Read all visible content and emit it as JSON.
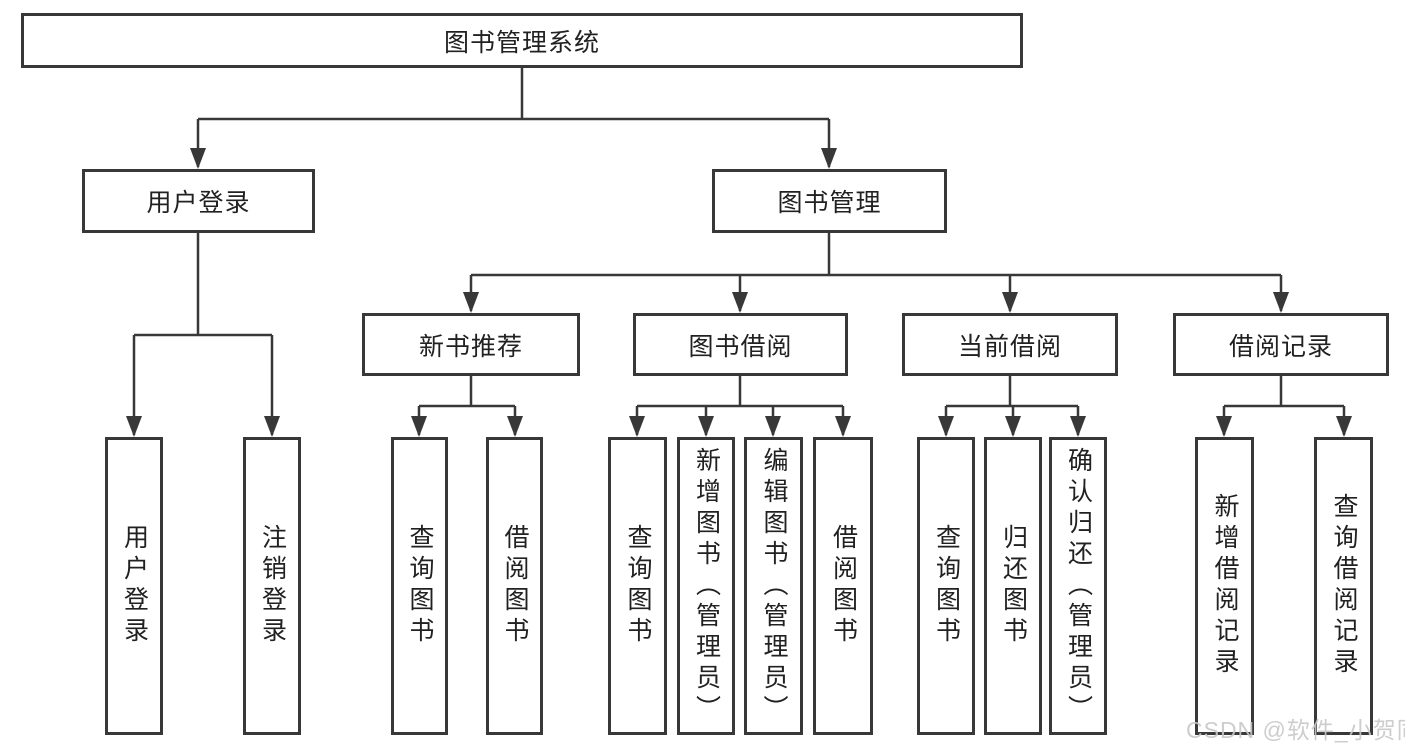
{
  "diagram": {
    "root": {
      "label": "图书管理系统"
    },
    "branches": [
      {
        "label": "用户登录",
        "children": [
          {
            "label": "用户登录"
          },
          {
            "label": "注销登录"
          }
        ]
      },
      {
        "label": "图书管理",
        "children": [
          {
            "label": "新书推荐",
            "children": [
              {
                "label": "查询图书"
              },
              {
                "label": "借阅图书"
              }
            ]
          },
          {
            "label": "图书借阅",
            "children": [
              {
                "label": "查询图书"
              },
              {
                "label": "新增图书（管理员）"
              },
              {
                "label": "编辑图书（管理员）"
              },
              {
                "label": "借阅图书"
              }
            ]
          },
          {
            "label": "当前借阅",
            "children": [
              {
                "label": "查询图书"
              },
              {
                "label": "归还图书"
              },
              {
                "label": "确认归还（管理员）"
              }
            ]
          },
          {
            "label": "借阅记录",
            "children": [
              {
                "label": "新增借阅记录"
              },
              {
                "label": "查询借阅记录"
              }
            ]
          }
        ]
      }
    ]
  },
  "watermark": {
    "text": "CSDN @软件_小贺同学"
  },
  "colors": {
    "line": "#383838",
    "border": "#383838",
    "text": "#212121",
    "background": "#ffffff",
    "watermark": "#c8c8c8"
  }
}
